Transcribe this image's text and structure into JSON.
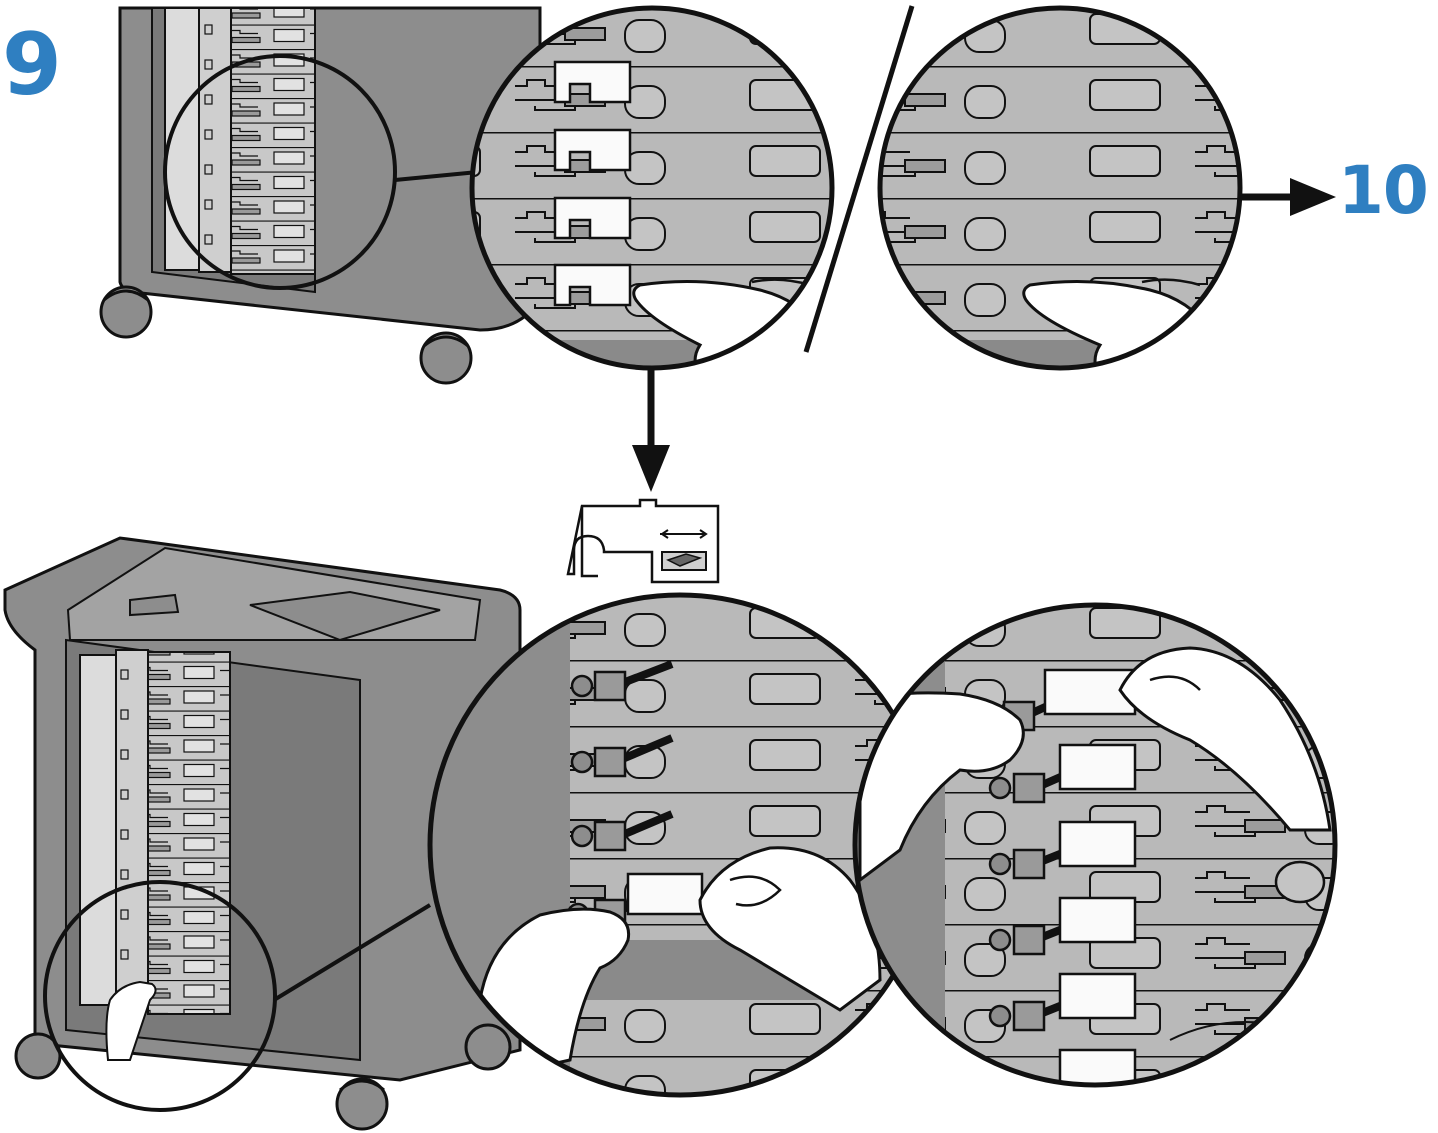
{
  "step": {
    "current": "9",
    "next": "10"
  },
  "colors": {
    "accent": "#2f7fc1",
    "cabinet": "#8d8d8d",
    "cabinet_dark": "#6f6f6f",
    "panel": "#b5b5b5",
    "panel_light": "#d3d3d3",
    "outline": "#111111",
    "skin": "#ffffff"
  },
  "icons": [
    "cabinet-illustration",
    "magnifier-circle",
    "arrow-down-icon",
    "arrow-right-icon",
    "slot-bracket-icon",
    "hand-icon",
    "network-cable-icon"
  ]
}
